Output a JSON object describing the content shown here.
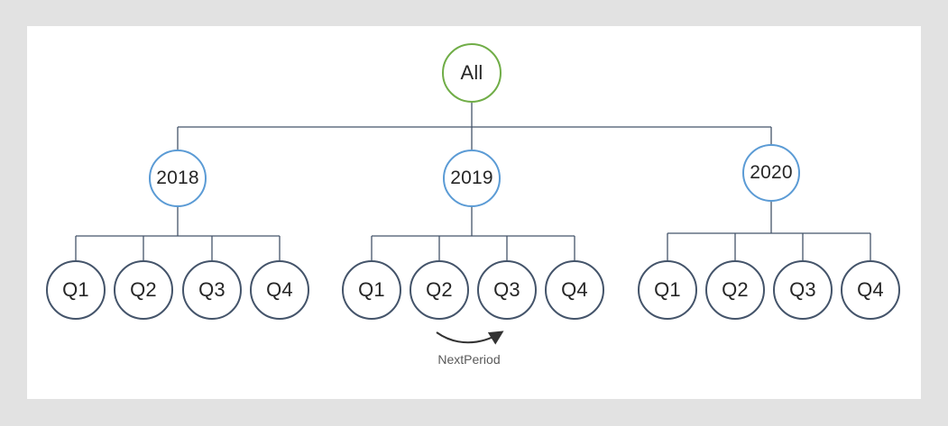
{
  "colors": {
    "background": "#e2e2e2",
    "panel": "#ffffff",
    "root_stroke": "#70ad47",
    "year_stroke": "#5b9bd5",
    "quarter_stroke": "#44546a",
    "connector": "#44546a",
    "node_text": "#262626",
    "annotation_text": "#595959",
    "arrow": "#333333"
  },
  "diagram": {
    "type": "tree",
    "root": {
      "label": "All"
    },
    "years": [
      {
        "label": "2018",
        "quarters": [
          "Q1",
          "Q2",
          "Q3",
          "Q4"
        ]
      },
      {
        "label": "2019",
        "quarters": [
          "Q1",
          "Q2",
          "Q3",
          "Q4"
        ]
      },
      {
        "label": "2020",
        "quarters": [
          "Q1",
          "Q2",
          "Q3",
          "Q4"
        ]
      }
    ],
    "annotation": {
      "label": "NextPeriod"
    }
  }
}
